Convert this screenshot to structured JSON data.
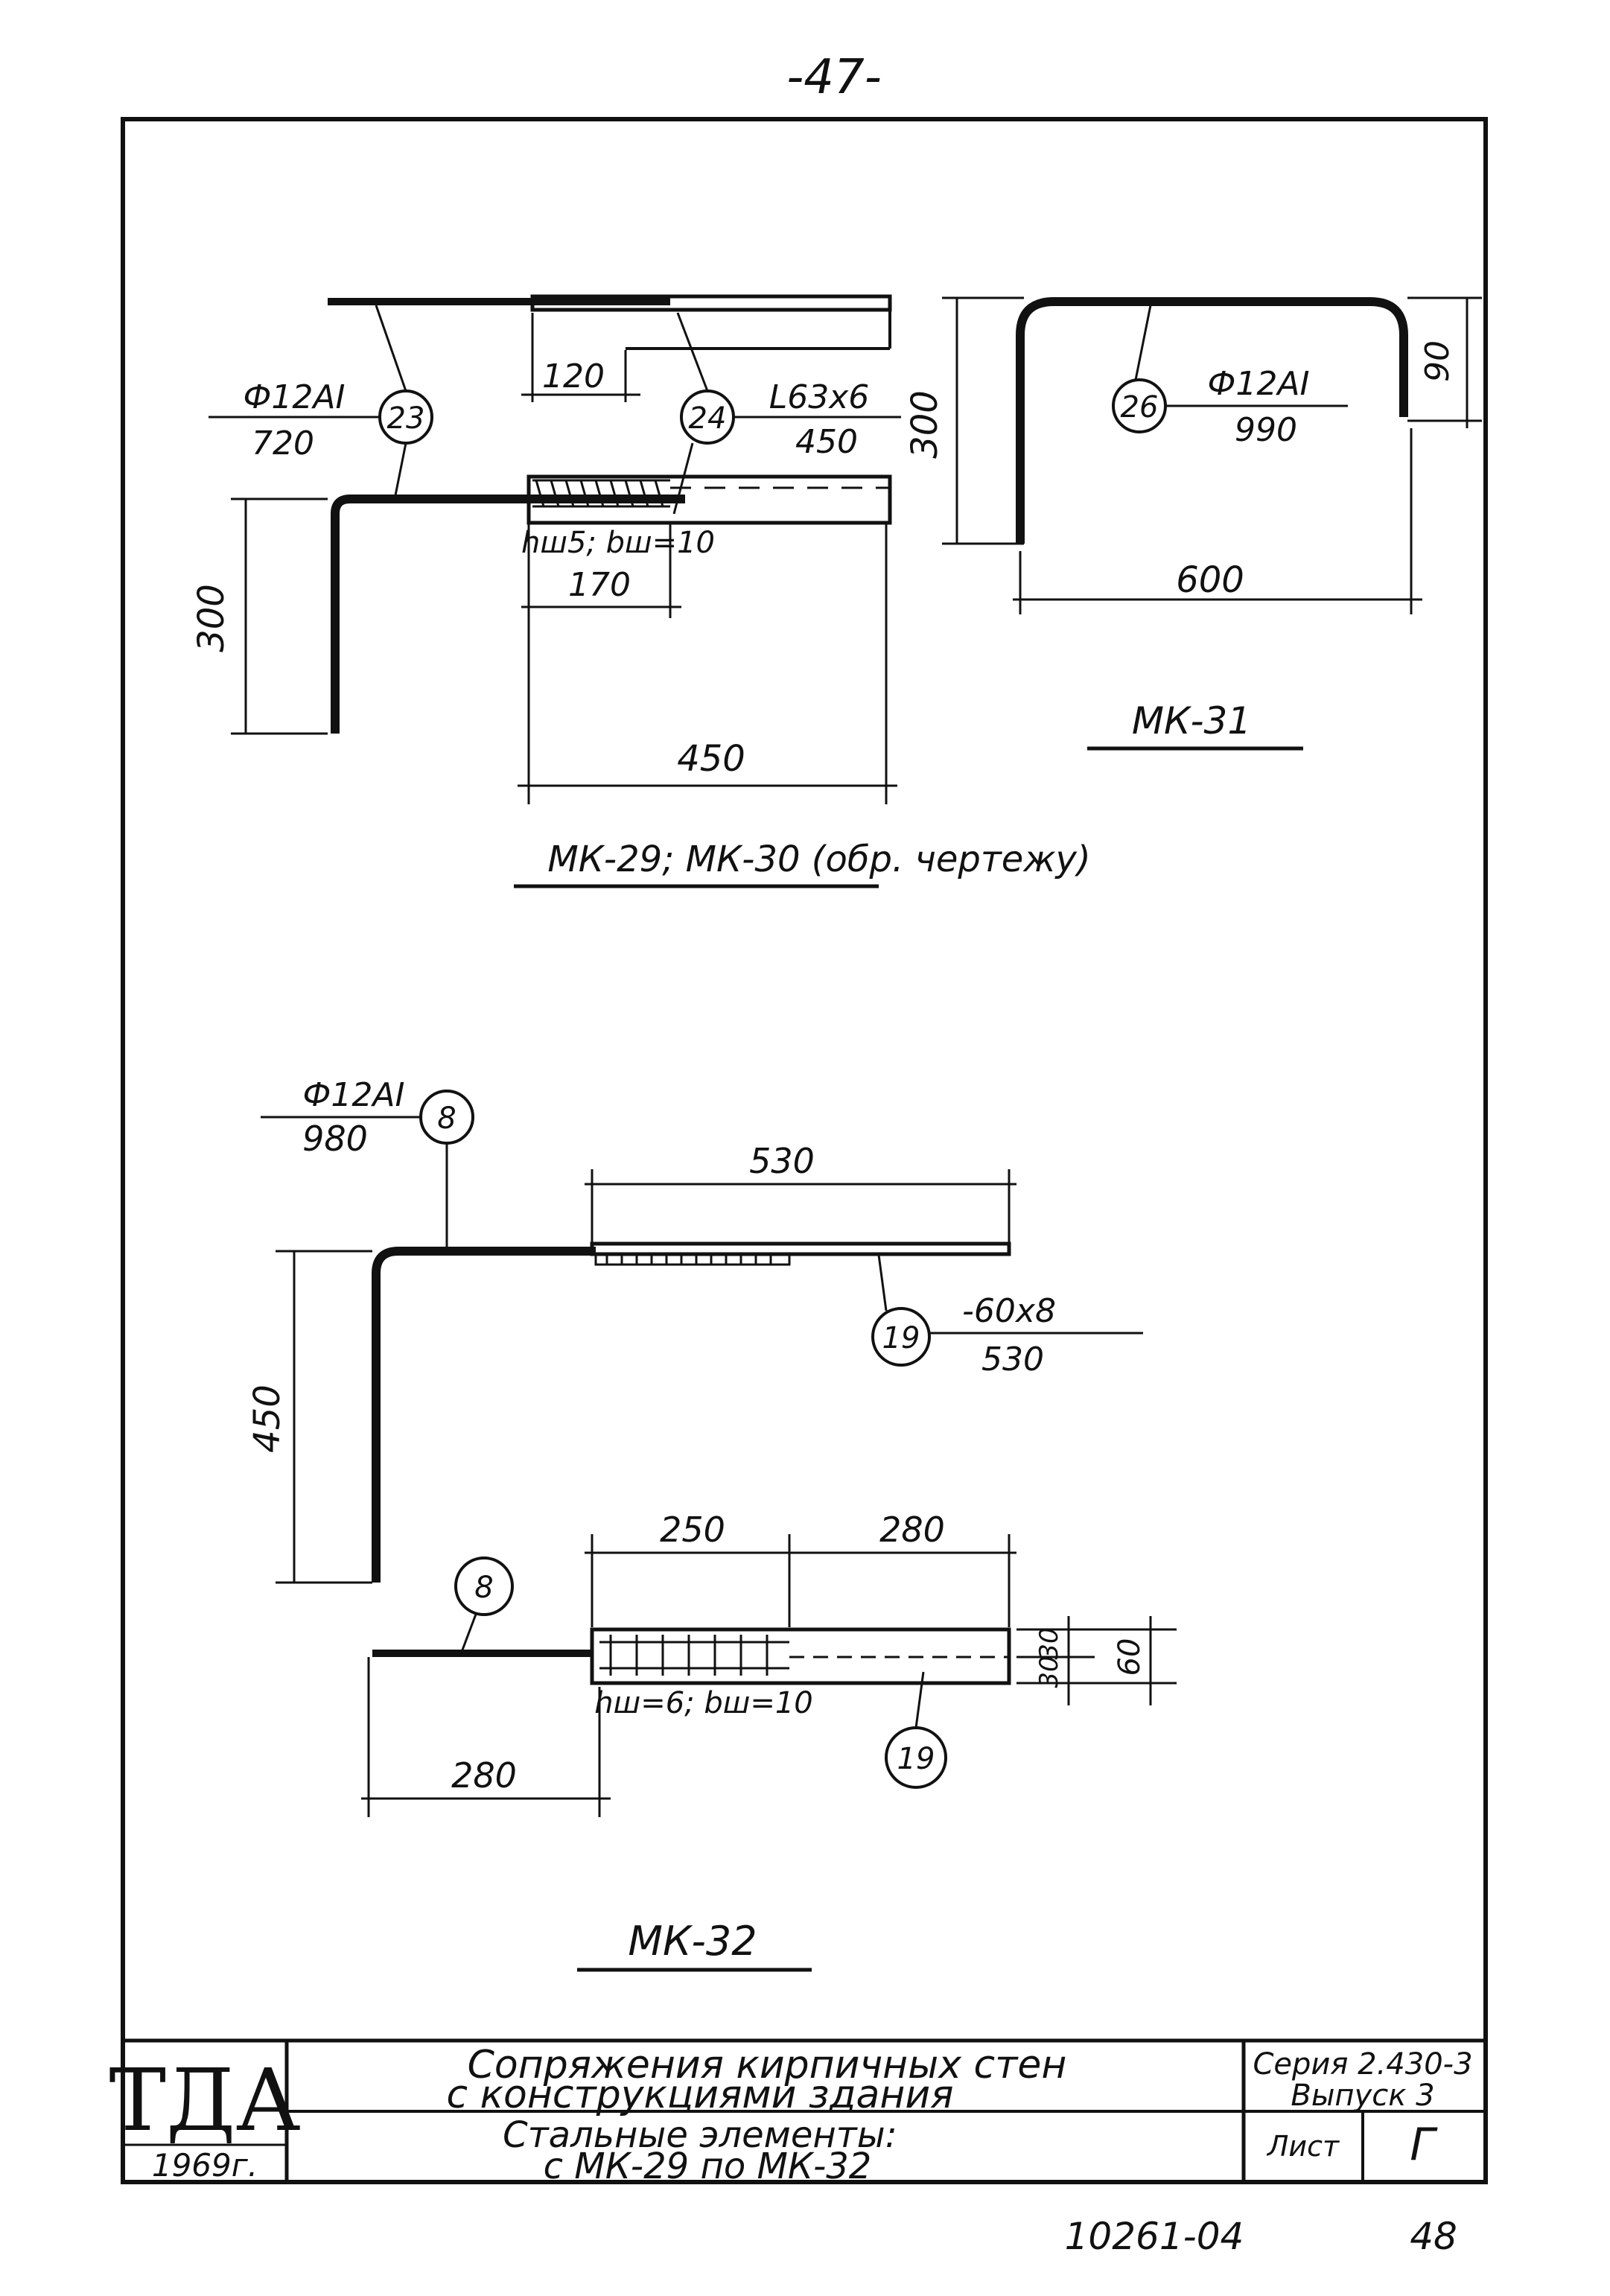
{
  "page_number": "-47-",
  "mk29": {
    "bar": {
      "mark": "23",
      "spec": "Ф12АI",
      "length": "720"
    },
    "angle": {
      "mark": "24",
      "spec": "L63x6",
      "length": "450"
    },
    "dims": {
      "d120": "120",
      "d300": "300",
      "d170": "170",
      "d450": "450"
    },
    "weld": "hш5; bш=10",
    "caption": "МК-29; МК-30 (обр. чертежу)"
  },
  "mk31": {
    "bar": {
      "mark": "26",
      "spec": "Ф12АI",
      "length": "990"
    },
    "dims": {
      "d300": "300",
      "d90": "90",
      "d600": "600"
    },
    "caption": "МК-31"
  },
  "mk32": {
    "bar": {
      "mark": "8",
      "spec": "Ф12АI",
      "length": "980"
    },
    "plate": {
      "mark": "19",
      "spec": "-60x8",
      "length": "530"
    },
    "dims": {
      "d530": "530",
      "d450": "450",
      "d250": "250",
      "d280a": "280",
      "d280b": "280",
      "d30a": "30",
      "d30b": "30",
      "d60": "60"
    },
    "weld": "hш=6; bш=10",
    "plan_marks": {
      "bar": "8",
      "plate": "19"
    },
    "caption": "МК-32"
  },
  "title_block": {
    "org": "ТДА",
    "year": "1969г.",
    "title_line1": "Сопряжения кирпичных стен",
    "title_line2": "с конструкциями здания",
    "sub_line1": "Стальные элементы:",
    "sub_line2": "с МК-29 по МК-32",
    "series": "Серия 2.430-3",
    "issue": "Выпуск 3",
    "sheet_label": "Лист",
    "sheet_value": "Г"
  },
  "footer": {
    "code": "10261-04",
    "page": "48"
  }
}
